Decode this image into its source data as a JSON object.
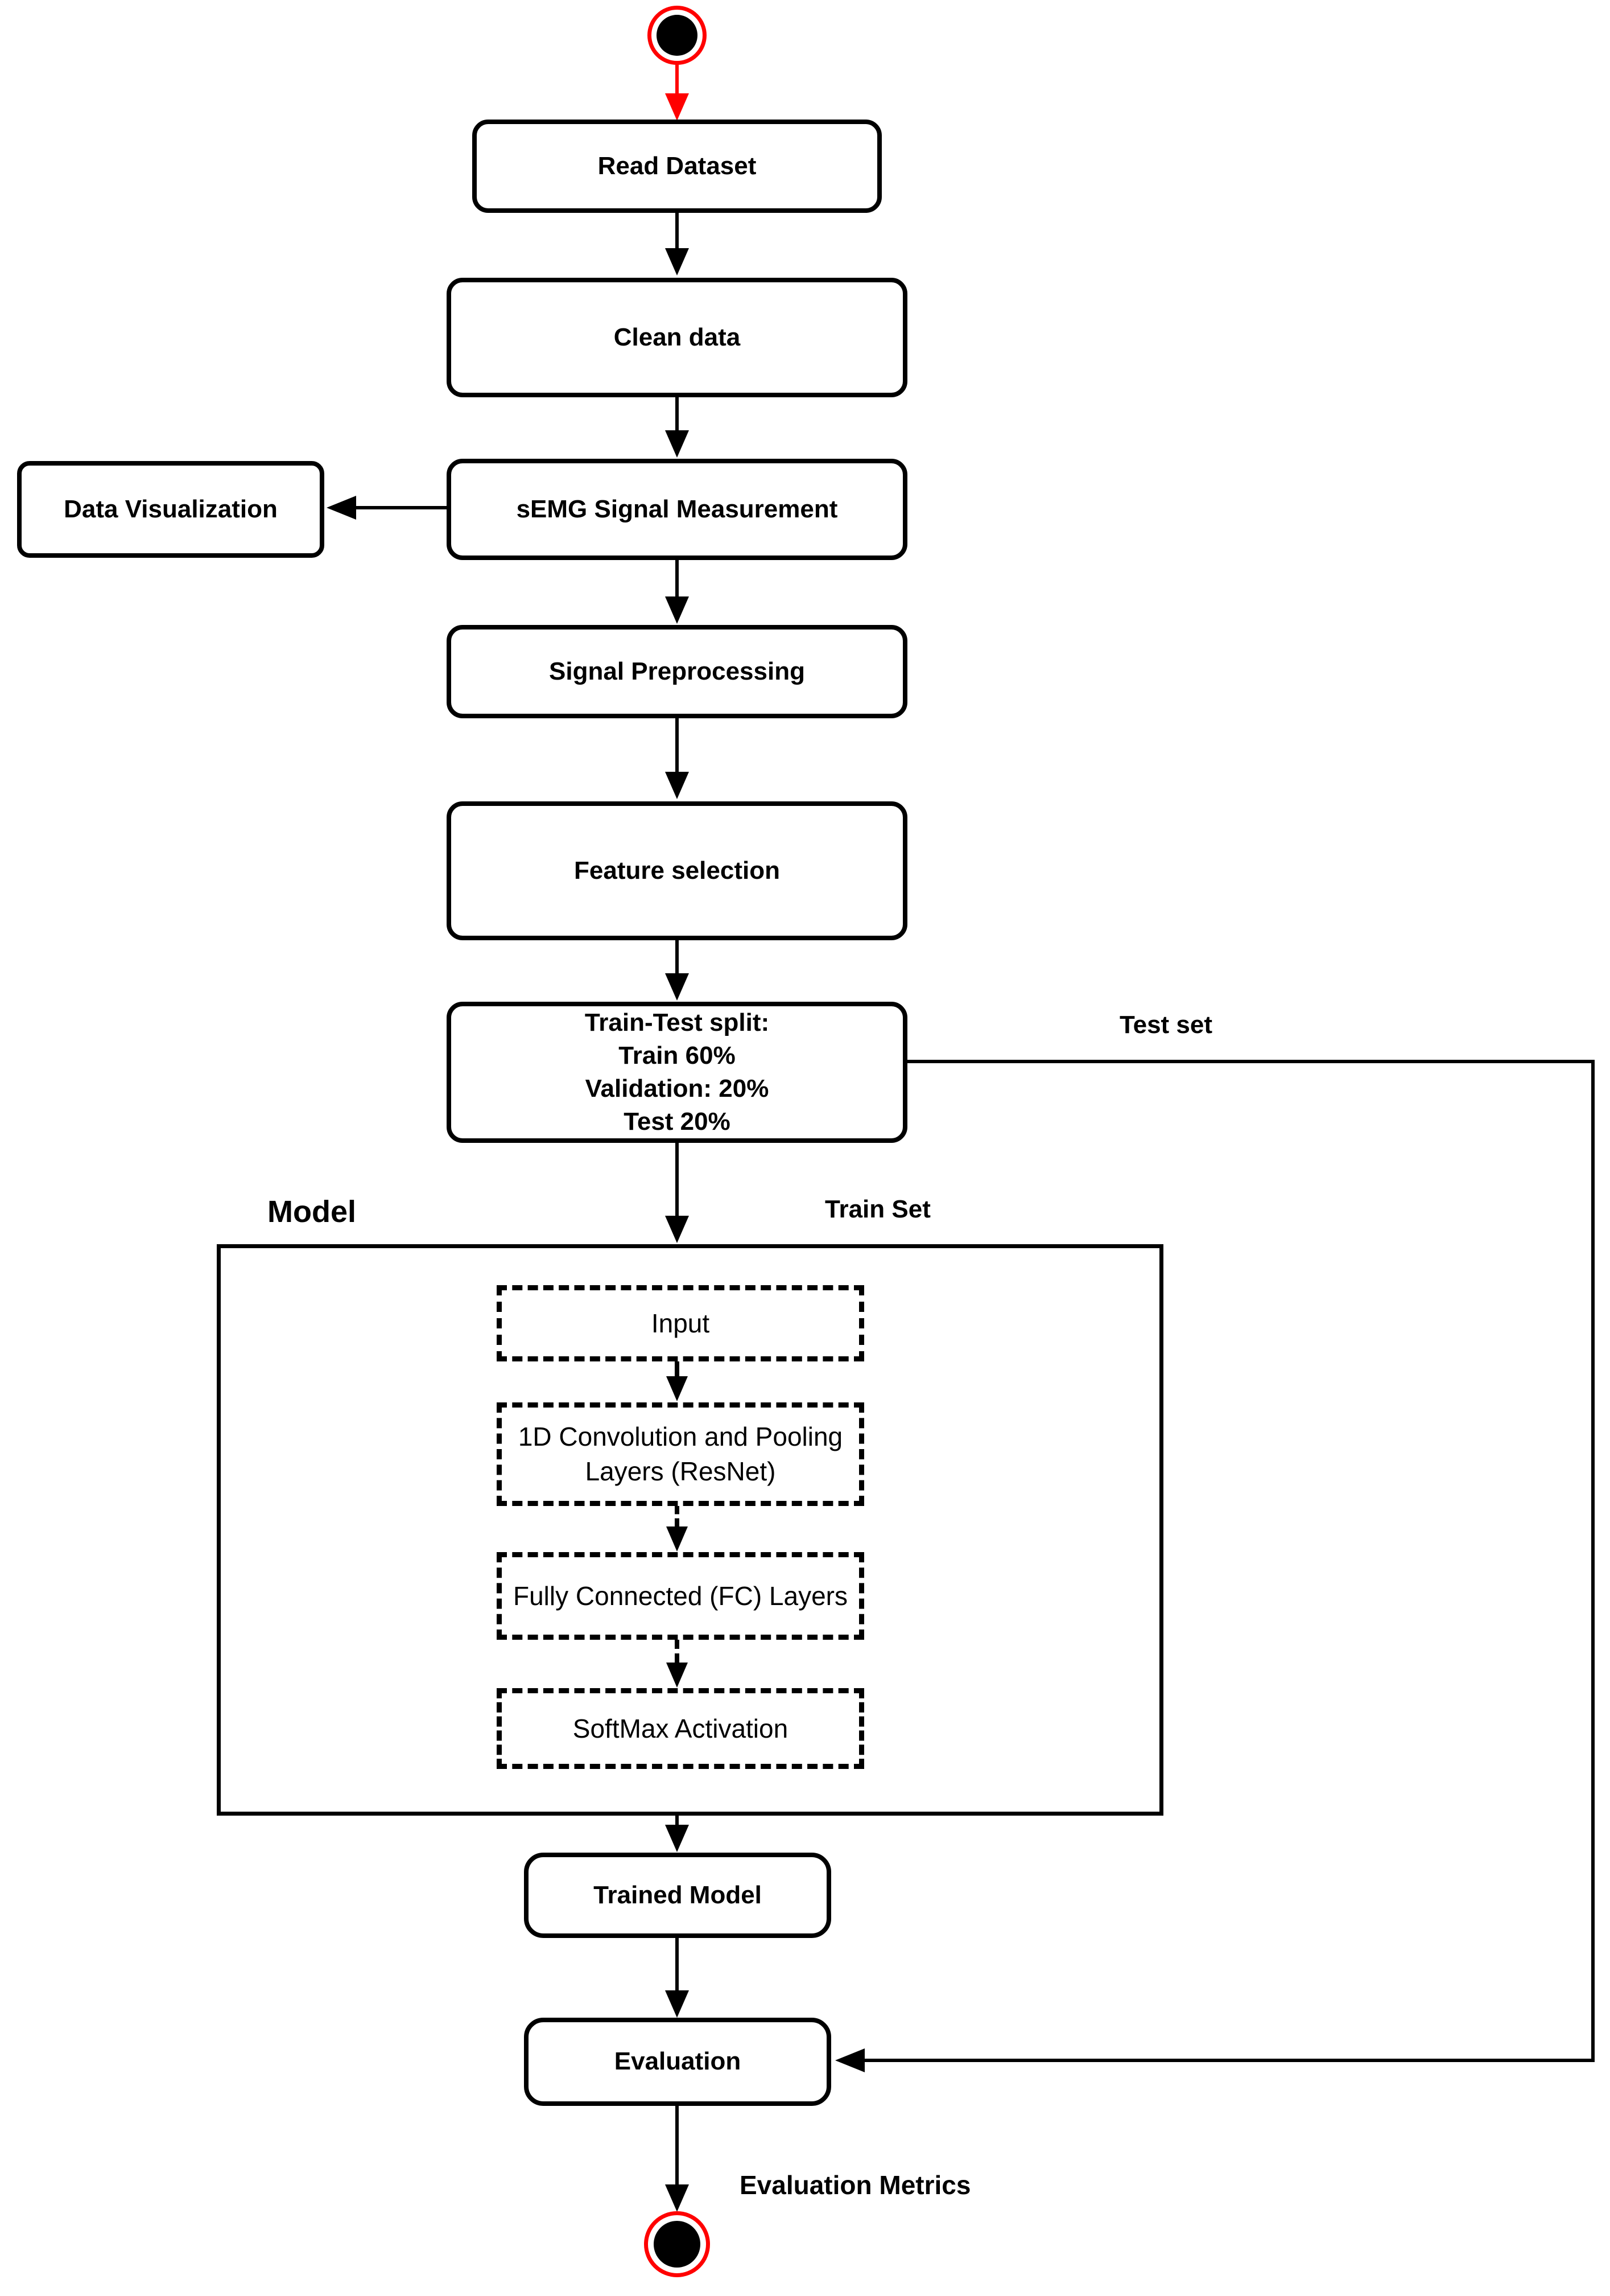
{
  "flowchart": {
    "nodes": {
      "read_dataset": "Read Dataset",
      "clean_data": "Clean data",
      "semg_signal_measurement": "sEMG Signal Measurement",
      "data_visualization": "Data Visualization",
      "signal_preprocessing": "Signal Preprocessing",
      "feature_selection": "Feature selection",
      "train_test_split": "Train-Test split:\nTrain 60%\nValidation: 20%\nTest 20%",
      "trained_model": "Trained Model",
      "evaluation": "Evaluation"
    },
    "model_group": {
      "label": "Model",
      "layers": {
        "input": "Input",
        "conv_pool": "1D Convolution and Pooling Layers (ResNet)",
        "fully_connected": "Fully Connected (FC) Layers",
        "softmax": "SoftMax Activation"
      }
    },
    "edge_labels": {
      "train_set": "Train Set",
      "test_set": "Test set",
      "evaluation_metrics": "Evaluation Metrics"
    },
    "colors": {
      "stroke": "#000000",
      "terminal_accent": "#ff0000",
      "background": "#ffffff"
    },
    "edges": [
      {
        "from": "start",
        "to": "read_dataset",
        "style": "solid",
        "color": "#ff0000"
      },
      {
        "from": "read_dataset",
        "to": "clean_data",
        "style": "solid",
        "color": "#000000"
      },
      {
        "from": "clean_data",
        "to": "semg_signal_measurement",
        "style": "solid",
        "color": "#000000"
      },
      {
        "from": "semg_signal_measurement",
        "to": "data_visualization",
        "style": "solid",
        "color": "#000000"
      },
      {
        "from": "semg_signal_measurement",
        "to": "signal_preprocessing",
        "style": "solid",
        "color": "#000000"
      },
      {
        "from": "signal_preprocessing",
        "to": "feature_selection",
        "style": "solid",
        "color": "#000000"
      },
      {
        "from": "feature_selection",
        "to": "train_test_split",
        "style": "solid",
        "color": "#000000"
      },
      {
        "from": "train_test_split",
        "to": "model_group",
        "style": "solid",
        "color": "#000000",
        "label": "Train Set"
      },
      {
        "from": "train_test_split",
        "to": "evaluation",
        "style": "solid",
        "color": "#000000",
        "label": "Test set"
      },
      {
        "from": "input",
        "to": "conv_pool",
        "style": "dashed",
        "color": "#000000"
      },
      {
        "from": "conv_pool",
        "to": "fully_connected",
        "style": "dashed",
        "color": "#000000"
      },
      {
        "from": "fully_connected",
        "to": "softmax",
        "style": "dashed",
        "color": "#000000"
      },
      {
        "from": "model_group",
        "to": "trained_model",
        "style": "solid",
        "color": "#000000"
      },
      {
        "from": "trained_model",
        "to": "evaluation",
        "style": "solid",
        "color": "#000000"
      },
      {
        "from": "evaluation",
        "to": "end",
        "style": "solid",
        "color": "#000000",
        "label": "Evaluation Metrics"
      }
    ]
  }
}
